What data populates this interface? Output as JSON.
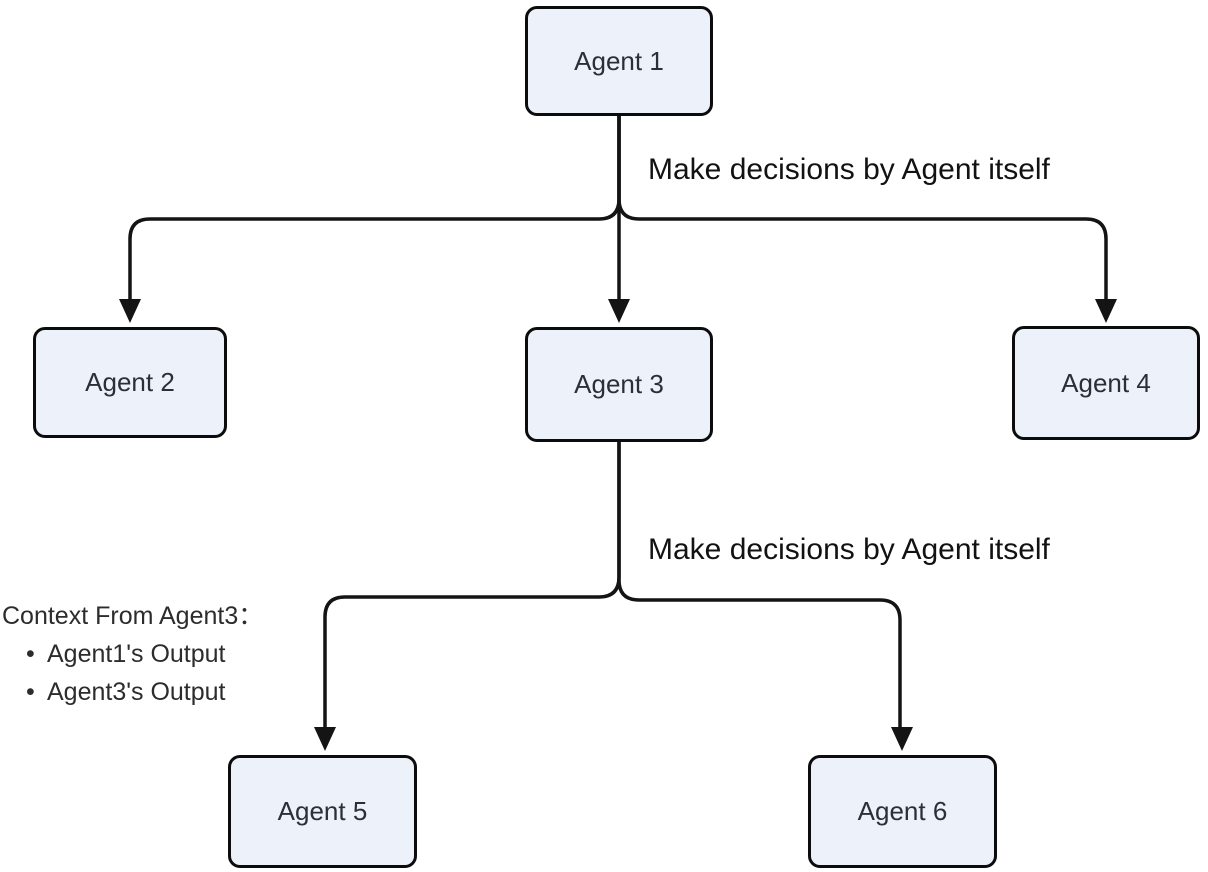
{
  "diagram": {
    "type": "flowchart",
    "background": "#ffffff",
    "node_fill": "#EDF1F9",
    "node_border_color": "#0c0c0c",
    "node_text_color": "#2A2F3A",
    "connector_color": "#141414",
    "nodes": [
      {
        "id": "agent1",
        "label": "Agent 1"
      },
      {
        "id": "agent2",
        "label": "Agent 2"
      },
      {
        "id": "agent3",
        "label": "Agent 3"
      },
      {
        "id": "agent4",
        "label": "Agent 4"
      },
      {
        "id": "agent5",
        "label": "Agent 5"
      },
      {
        "id": "agent6",
        "label": "Agent 6"
      }
    ],
    "edges": [
      {
        "from": "Agent 1",
        "to": "Agent 2"
      },
      {
        "from": "Agent 1",
        "to": "Agent 3"
      },
      {
        "from": "Agent 1",
        "to": "Agent 4"
      },
      {
        "from": "Agent 3",
        "to": "Agent 5"
      },
      {
        "from": "Agent 3",
        "to": "Agent 6"
      }
    ],
    "edge_labels": [
      {
        "text": "Make decisions by Agent itself"
      },
      {
        "text": "Make decisions by Agent itself"
      }
    ],
    "context_note": {
      "title": "Context From Agent3：",
      "items": [
        "Agent1's Output",
        "Agent3's Output"
      ]
    }
  }
}
